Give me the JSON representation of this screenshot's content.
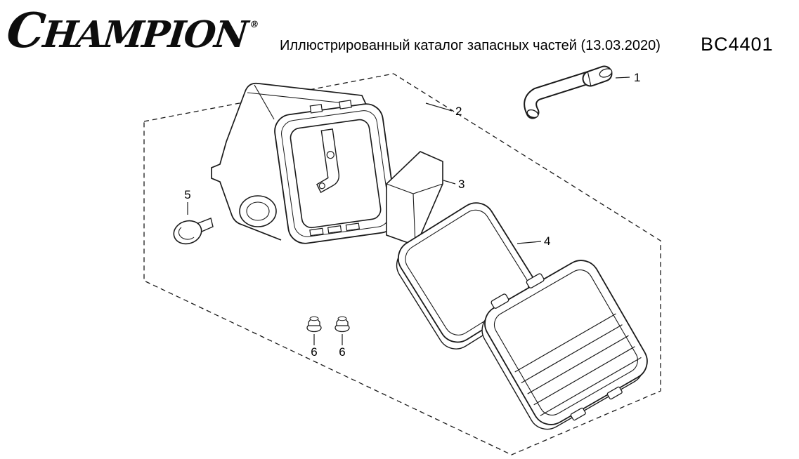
{
  "header": {
    "brand_initial": "C",
    "brand_rest": "HAMPION",
    "brand_mark": "®",
    "title": "Иллюстрированный каталог запасных частей (13.03.2020)",
    "model": "BC4401"
  },
  "diagram": {
    "callouts": [
      {
        "number": "1"
      },
      {
        "number": "2"
      },
      {
        "number": "3"
      },
      {
        "number": "4"
      },
      {
        "number": "5"
      },
      {
        "number": "6"
      },
      {
        "number": "6"
      }
    ]
  }
}
